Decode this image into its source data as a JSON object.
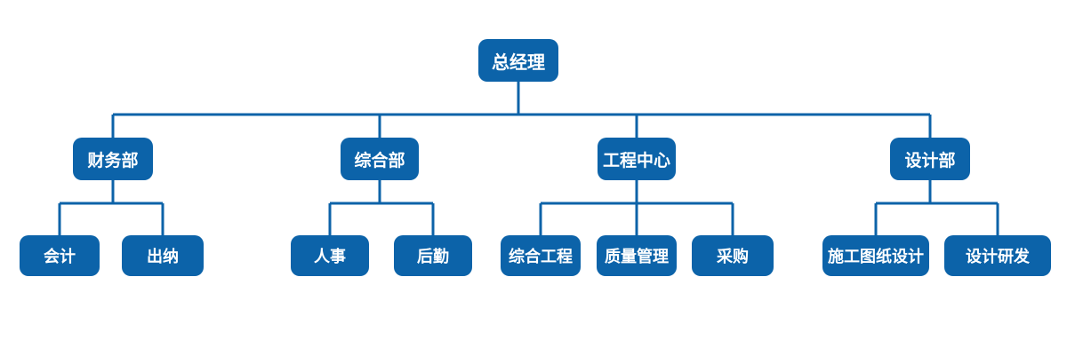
{
  "diagram": {
    "type": "org-chart",
    "node_color": "#0c63a9",
    "line_color": "#0d63a8",
    "text_color": "#ffffff",
    "background_color": "#ffffff",
    "root": {
      "label": "总经理"
    },
    "departments": [
      {
        "label": "财务部",
        "children": [
          {
            "label": "会计"
          },
          {
            "label": "出纳"
          }
        ]
      },
      {
        "label": "综合部",
        "children": [
          {
            "label": "人事"
          },
          {
            "label": "后勤"
          }
        ]
      },
      {
        "label": "工程中心",
        "children": [
          {
            "label": "综合工程"
          },
          {
            "label": "质量管理"
          },
          {
            "label": "采购"
          }
        ]
      },
      {
        "label": "设计部",
        "children": [
          {
            "label": "施工图纸设计"
          },
          {
            "label": "设计研发"
          }
        ]
      }
    ]
  }
}
